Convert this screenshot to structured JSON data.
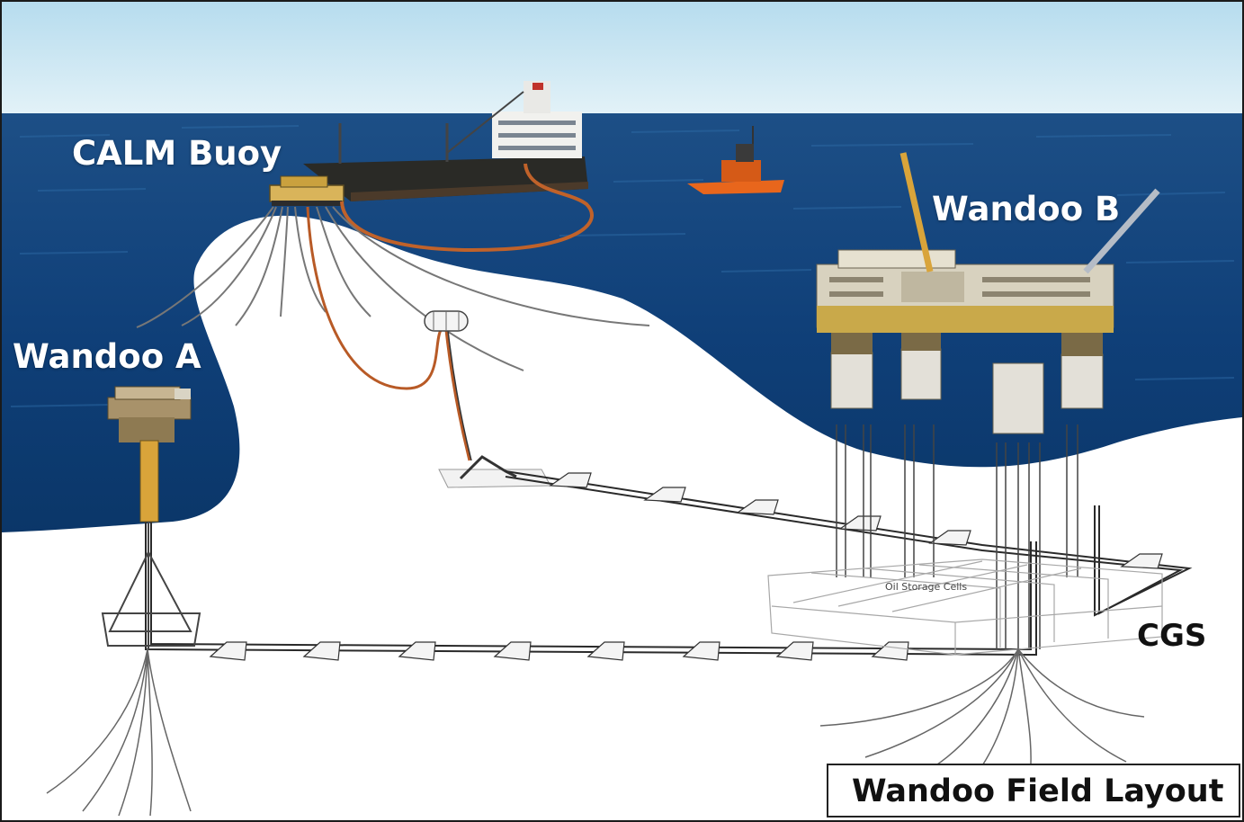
{
  "title": "Wandoo Field Layout",
  "labels": {
    "calm_buoy": "CALM Buoy",
    "wandoo_a": "Wandoo A",
    "wandoo_b": "Wandoo B",
    "cgs": "CGS",
    "oil_storage_cells": "Oil Storage Cells"
  },
  "colors": {
    "sky": "#cfe8f4",
    "sea": "#0f3f78",
    "seabed": "#ffffff",
    "hose": "#c0622a",
    "pipeline": "#333333",
    "platform_yellow": "#d9a43a",
    "tug_orange": "#e8661c"
  }
}
